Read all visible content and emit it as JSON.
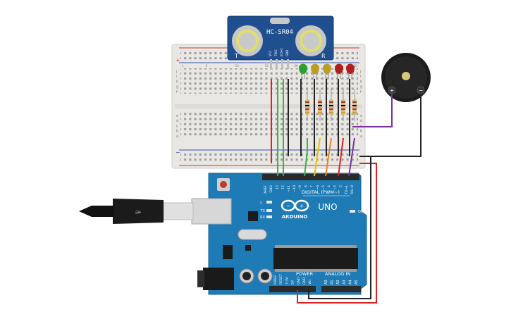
{
  "sensor": {
    "name": "HC-SR04",
    "pins": [
      "VCC",
      "TRIG",
      "ECHO",
      "GND"
    ],
    "left_mark": "T",
    "right_mark": "R"
  },
  "breadboard": {
    "col_numbers_top": [
      "1",
      "",
      "",
      "",
      "5",
      "",
      "",
      "",
      "",
      "10",
      "",
      "",
      "",
      "",
      "15",
      "",
      "",
      "",
      "",
      "20",
      "",
      "",
      "",
      "",
      "25",
      "",
      "",
      "",
      "",
      "30"
    ],
    "row_letters_top": [
      "j",
      "i",
      "h",
      "g",
      "f"
    ],
    "row_letters_bottom": [
      "e",
      "d",
      "c",
      "b",
      "a"
    ]
  },
  "leds": [
    {
      "color": "green",
      "hex": "#2e9e2e"
    },
    {
      "color": "yellow",
      "hex": "#b8a027"
    },
    {
      "color": "yellow",
      "hex": "#b8a027"
    },
    {
      "color": "red",
      "hex": "#b02020"
    },
    {
      "color": "red",
      "hex": "#b02020"
    }
  ],
  "buzzer": {
    "plus": "+",
    "minus": "−"
  },
  "arduino": {
    "brand": "ARDUINO",
    "model": "UNO",
    "digital_label": "DIGITAL (PWM~)",
    "digital_pins": [
      "AREF",
      "GND",
      "13",
      "12",
      "~11",
      "~10",
      "~9",
      "8",
      "7",
      "~6",
      "~5",
      "4",
      "~3",
      "2",
      "TX→1",
      "RX←0"
    ],
    "power_label": "POWER",
    "power_pins": [
      "IOREF",
      "RESET",
      "3.3V",
      "5V",
      "GND",
      "GND",
      "Vin"
    ],
    "analog_label": "ANALOG IN",
    "analog_pins": [
      "A0",
      "A1",
      "A2",
      "A3",
      "A4",
      "A5"
    ],
    "led_labels": [
      "L",
      "TX",
      "RX"
    ],
    "on_label": "ON"
  },
  "wire_colors": {
    "red": "#e02020",
    "green": "#3cb043",
    "black": "#222222",
    "orange": "#f08020",
    "yellow": "#e8c400",
    "purple": "#7b2fa0"
  }
}
